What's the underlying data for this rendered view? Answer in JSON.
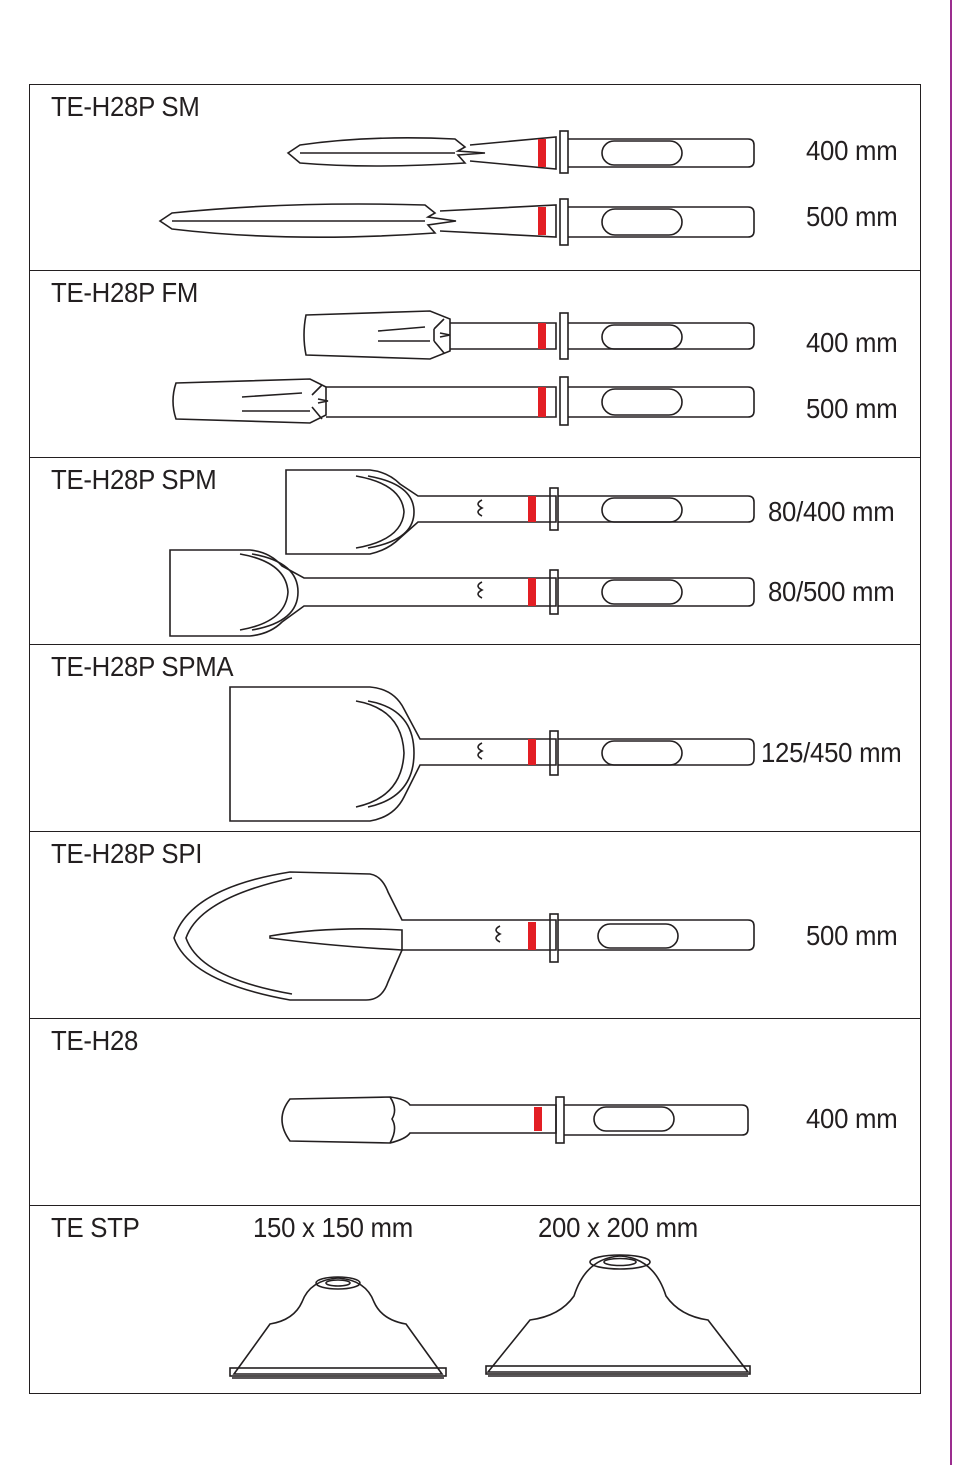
{
  "rows": [
    {
      "label": "TE-H28P SM",
      "sizes": [
        "400 mm",
        "500 mm"
      ]
    },
    {
      "label": "TE-H28P FM",
      "sizes": [
        "400 mm",
        "500 mm"
      ]
    },
    {
      "label": "TE-H28P SPM",
      "sizes": [
        "80/400 mm",
        "80/500 mm"
      ]
    },
    {
      "label": "TE-H28P SPMA",
      "sizes": [
        "125/450 mm"
      ]
    },
    {
      "label": "TE-H28P SPI",
      "sizes": [
        "500 mm"
      ]
    },
    {
      "label": "TE-H28",
      "sizes": [
        "400 mm"
      ]
    },
    {
      "label": "TE STP",
      "sizes": [
        "150 x 150 mm",
        "200 x 200 mm"
      ]
    }
  ],
  "colors": {
    "marking": "#e31e24",
    "ink": "#231f20",
    "edge": "#9b2d8f"
  }
}
